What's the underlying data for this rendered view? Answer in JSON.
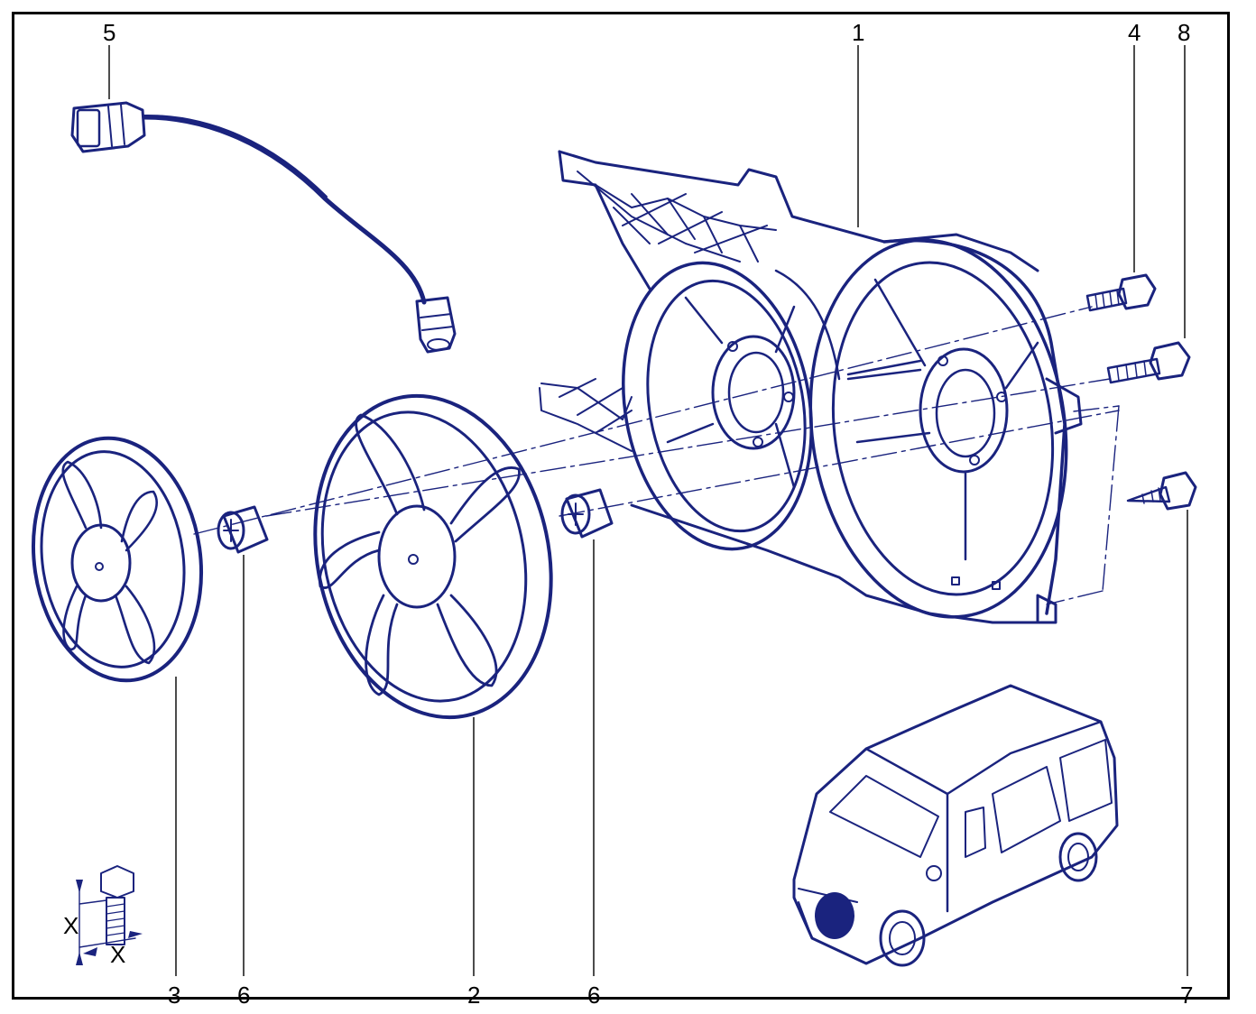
{
  "colors": {
    "ink": "#1a237e",
    "border": "#000000",
    "background": "#ffffff"
  },
  "callouts": {
    "fan_shroud": "1",
    "large_fan": "2",
    "small_fan": "3",
    "screw_top": "4",
    "wiring_connector": "5",
    "motor_mount_left": "6",
    "motor_mount_right": "6",
    "screw_bottom": "7",
    "screw_middle": "8"
  },
  "torque_legend": {
    "dimension_vertical": "X",
    "dimension_horizontal": "X"
  },
  "icons": [
    "fan-shroud-icon",
    "fan-blade-icon",
    "connector-icon",
    "bolt-icon",
    "van-icon"
  ]
}
